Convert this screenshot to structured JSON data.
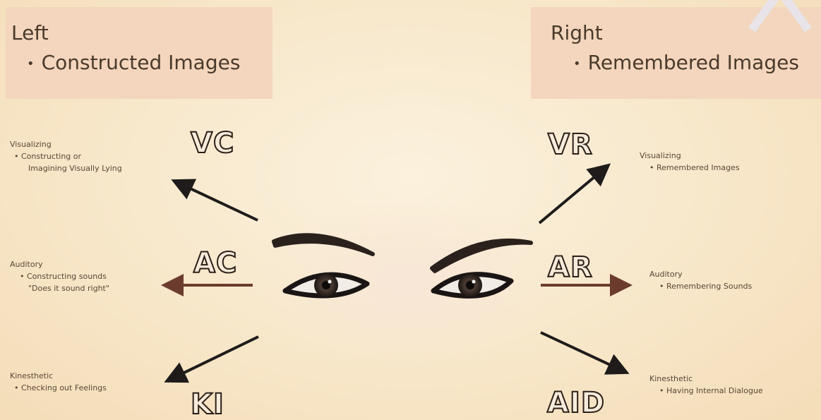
{
  "left_header": {
    "title": "Left",
    "bullet": "Constructed Images"
  },
  "right_header": {
    "title": "Right",
    "bullet": "Remembered Images"
  },
  "codes": {
    "vc": "VC",
    "ac": "AC",
    "ki": "KI",
    "vr": "VR",
    "ar": "AR",
    "aid": "AID"
  },
  "notes": {
    "vc": {
      "head": "Visualizing",
      "lines": [
        "• Constructing or",
        "Imagining Visually Lying"
      ]
    },
    "ac": {
      "head": "Auditory",
      "lines": [
        "• Constructing sounds",
        "\"Does it sound right\""
      ]
    },
    "ki": {
      "head": "Kinesthetic",
      "lines": [
        "• Checking out Feelings"
      ]
    },
    "vr": {
      "head": "Visualizing",
      "lines": [
        "• Remembered Images"
      ]
    },
    "ar": {
      "head": "Auditory",
      "lines": [
        "• Remembering Sounds"
      ]
    },
    "aid": {
      "head": "Kinesthetic",
      "lines": [
        "• Having Internal Dialogue"
      ]
    }
  },
  "colors": {
    "header_band": "#f3d6bd",
    "background": "#f8e9cd",
    "arrow_dark": "#1e1b1a",
    "arrow_brown": "#6b3c2d",
    "text": "#4a3a2c"
  }
}
